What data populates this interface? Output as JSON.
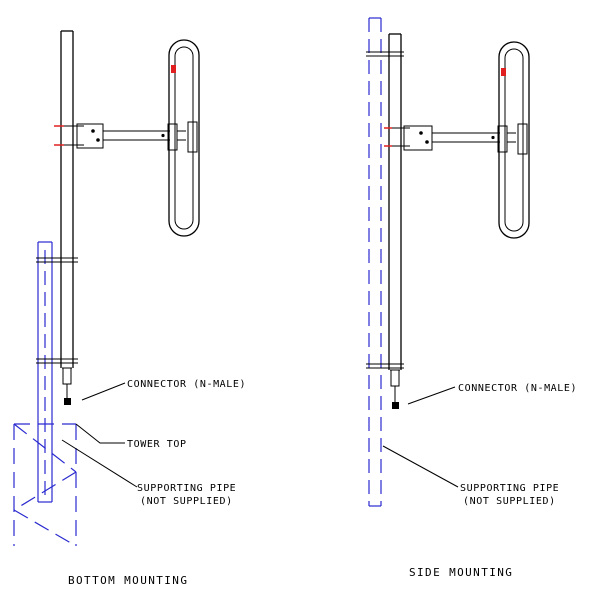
{
  "labels": {
    "connector_left": "CONNECTOR (N-MALE)",
    "tower_top": "TOWER TOP",
    "supporting_pipe_left_1": "SUPPORTING PIPE",
    "supporting_pipe_left_2": "(NOT SUPPLIED)",
    "connector_right": "CONNECTOR (N-MALE)",
    "supporting_pipe_right_1": "SUPPORTING PIPE",
    "supporting_pipe_right_2": "(NOT SUPPLIED)"
  },
  "captions": {
    "left": "BOTTOM MOUNTING",
    "right": "SIDE MOUNTING"
  },
  "colors": {
    "ink": "#000000",
    "pipe": "#2a2ad0",
    "marker": "#e02020"
  }
}
